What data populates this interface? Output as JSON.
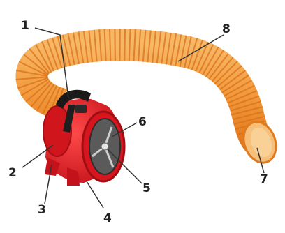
{
  "colors": {
    "hose": "#f2a24a",
    "hose_rib": "#e0781d",
    "fan_body": "#e31b23",
    "fan_dark": "#a50f16",
    "handle": "#1a1a1a",
    "leader": "#333333",
    "label": "#222222"
  },
  "labels": {
    "l1": "1",
    "l2": "2",
    "l3": "3",
    "l4": "4",
    "l5": "5",
    "l6": "6",
    "l7": "7",
    "l8": "8"
  }
}
